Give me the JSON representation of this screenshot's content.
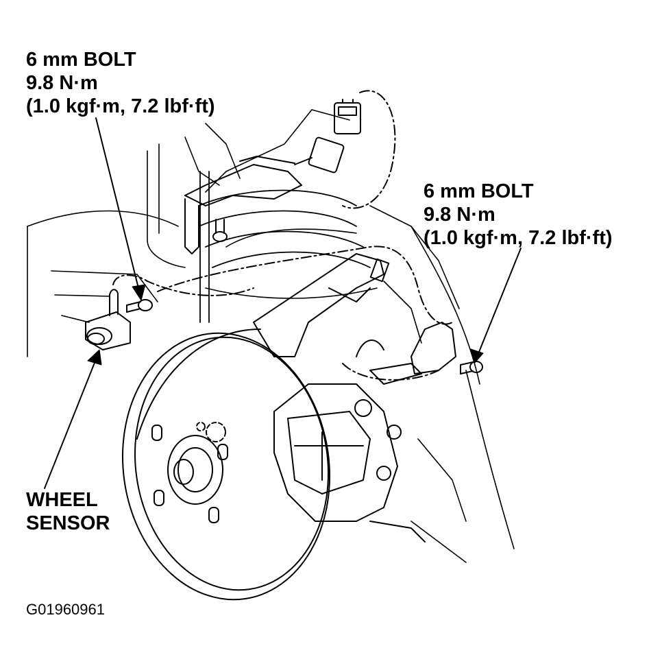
{
  "labels": {
    "bolt_left": {
      "line1": "6 mm BOLT",
      "line2": "9.8 N·m",
      "line3": "(1.0 kgf·m, 7.2 lbf·ft)"
    },
    "bolt_right": {
      "line1": "6 mm BOLT",
      "line2": "9.8 N·m",
      "line3": "(1.0 kgf·m, 7.2 lbf·ft)"
    },
    "wheel_sensor": {
      "line1": "WHEEL",
      "line2": "SENSOR"
    }
  },
  "figure_id": "G01960961",
  "colors": {
    "ink": "#000000",
    "background": "#ffffff"
  }
}
